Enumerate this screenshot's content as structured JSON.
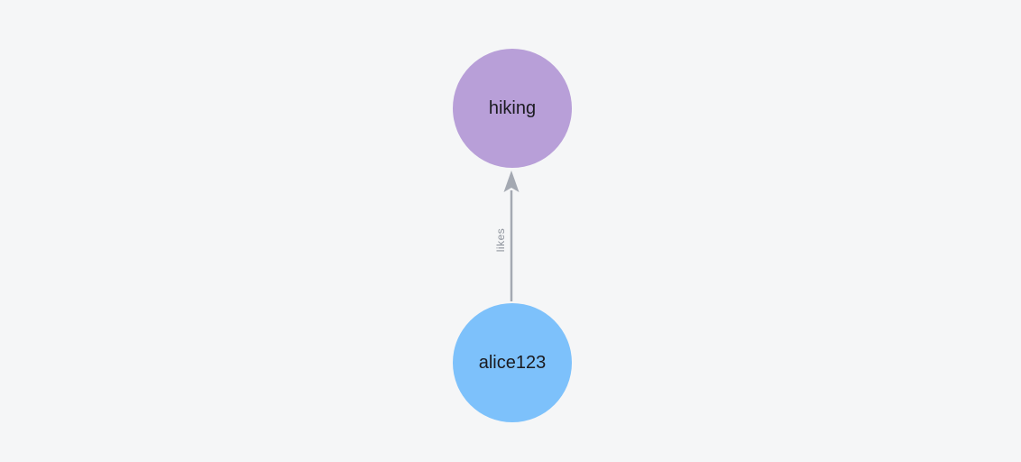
{
  "canvas": {
    "background_color": "#f5f6f7"
  },
  "graph": {
    "nodes": [
      {
        "label": "hiking",
        "color": "#b89fd8",
        "text_color": "#1b1b20"
      },
      {
        "label": "alice123",
        "color": "#7dc1fb",
        "text_color": "#1b1b20"
      }
    ],
    "edges": [
      {
        "from": "alice123",
        "to": "hiking",
        "label": "likes",
        "line_color": "#a4a9b2",
        "label_color": "#8d929b",
        "direction": "up"
      }
    ]
  }
}
